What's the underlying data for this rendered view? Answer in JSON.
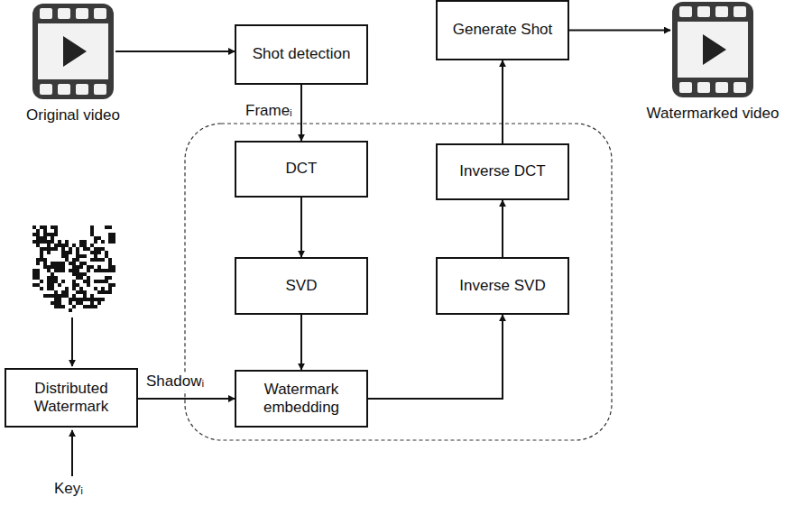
{
  "diagram": {
    "nodes": [
      {
        "text": [
          "Original video"
        ]
      },
      {
        "text": [
          "Shot detection"
        ]
      },
      {
        "text": [
          "Generate Shot"
        ]
      },
      {
        "text": [
          "Watermarked video"
        ]
      },
      {
        "text": [
          "DCT"
        ]
      },
      {
        "text": [
          "Inverse DCT"
        ]
      },
      {
        "text": [
          "SVD"
        ]
      },
      {
        "text": [
          "Inverse SVD"
        ]
      },
      {
        "text": [
          "Distributed Watermark"
        ]
      },
      {
        "text": [
          "Watermark embedding"
        ]
      }
    ],
    "edges": [
      {
        "from": 0,
        "to": 1,
        "arrow": "to"
      },
      {
        "from": 1,
        "to": 4,
        "label": "Frameᵢ",
        "arrow": "to"
      },
      {
        "from": 4,
        "to": 6,
        "arrow": "to"
      },
      {
        "from": 6,
        "to": 9,
        "arrow": "to"
      },
      {
        "from": 8,
        "to": 9,
        "label": "Shadowᵢ",
        "arrow": "to"
      },
      {
        "from": 9,
        "to": 7,
        "arrow": "to"
      },
      {
        "from": 7,
        "to": 5,
        "arrow": "to"
      },
      {
        "from": 5,
        "to": 2,
        "arrow": "to"
      },
      {
        "from": 2,
        "to": 3,
        "arrow": "to"
      }
    ],
    "labels": [
      "Keyᵢ"
    ]
  }
}
